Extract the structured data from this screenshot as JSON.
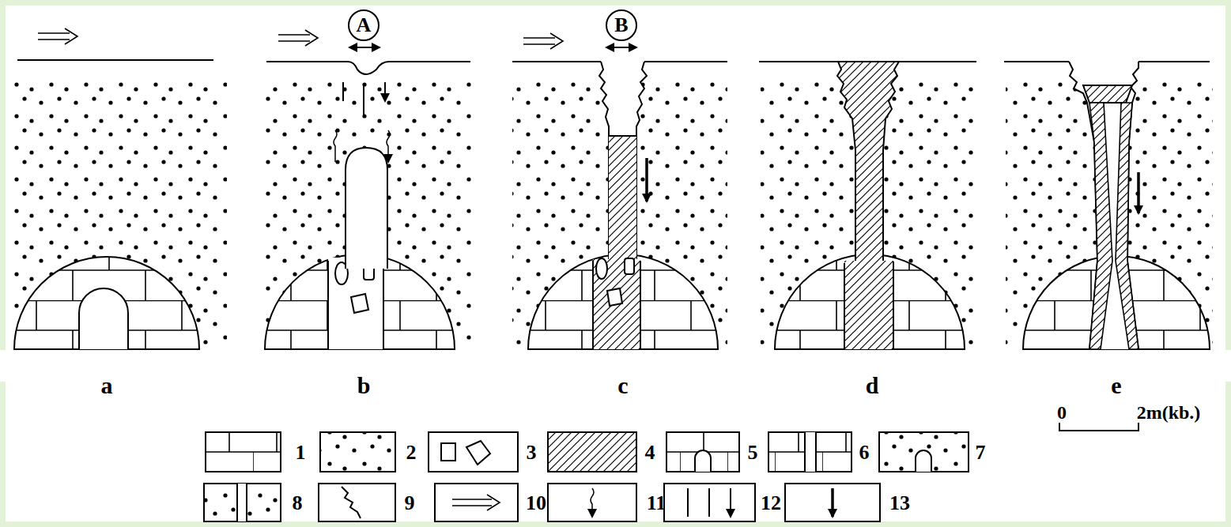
{
  "diagram": {
    "nodes": [
      {
        "text": [
          "A"
        ]
      },
      {
        "text": [
          "B"
        ]
      }
    ],
    "labels": [
      "a",
      "b",
      "c",
      "d",
      "e",
      "0",
      "2m(kb.)"
    ],
    "legend": [
      {
        "text": "1"
      },
      {
        "text": "2"
      },
      {
        "text": "3"
      },
      {
        "text": "4"
      },
      {
        "text": "5"
      },
      {
        "text": "6"
      },
      {
        "text": "7"
      },
      {
        "text": "8"
      },
      {
        "text": "9"
      },
      {
        "text": "10"
      },
      {
        "text": "11"
      },
      {
        "text": "12"
      },
      {
        "text": "13"
      }
    ]
  }
}
